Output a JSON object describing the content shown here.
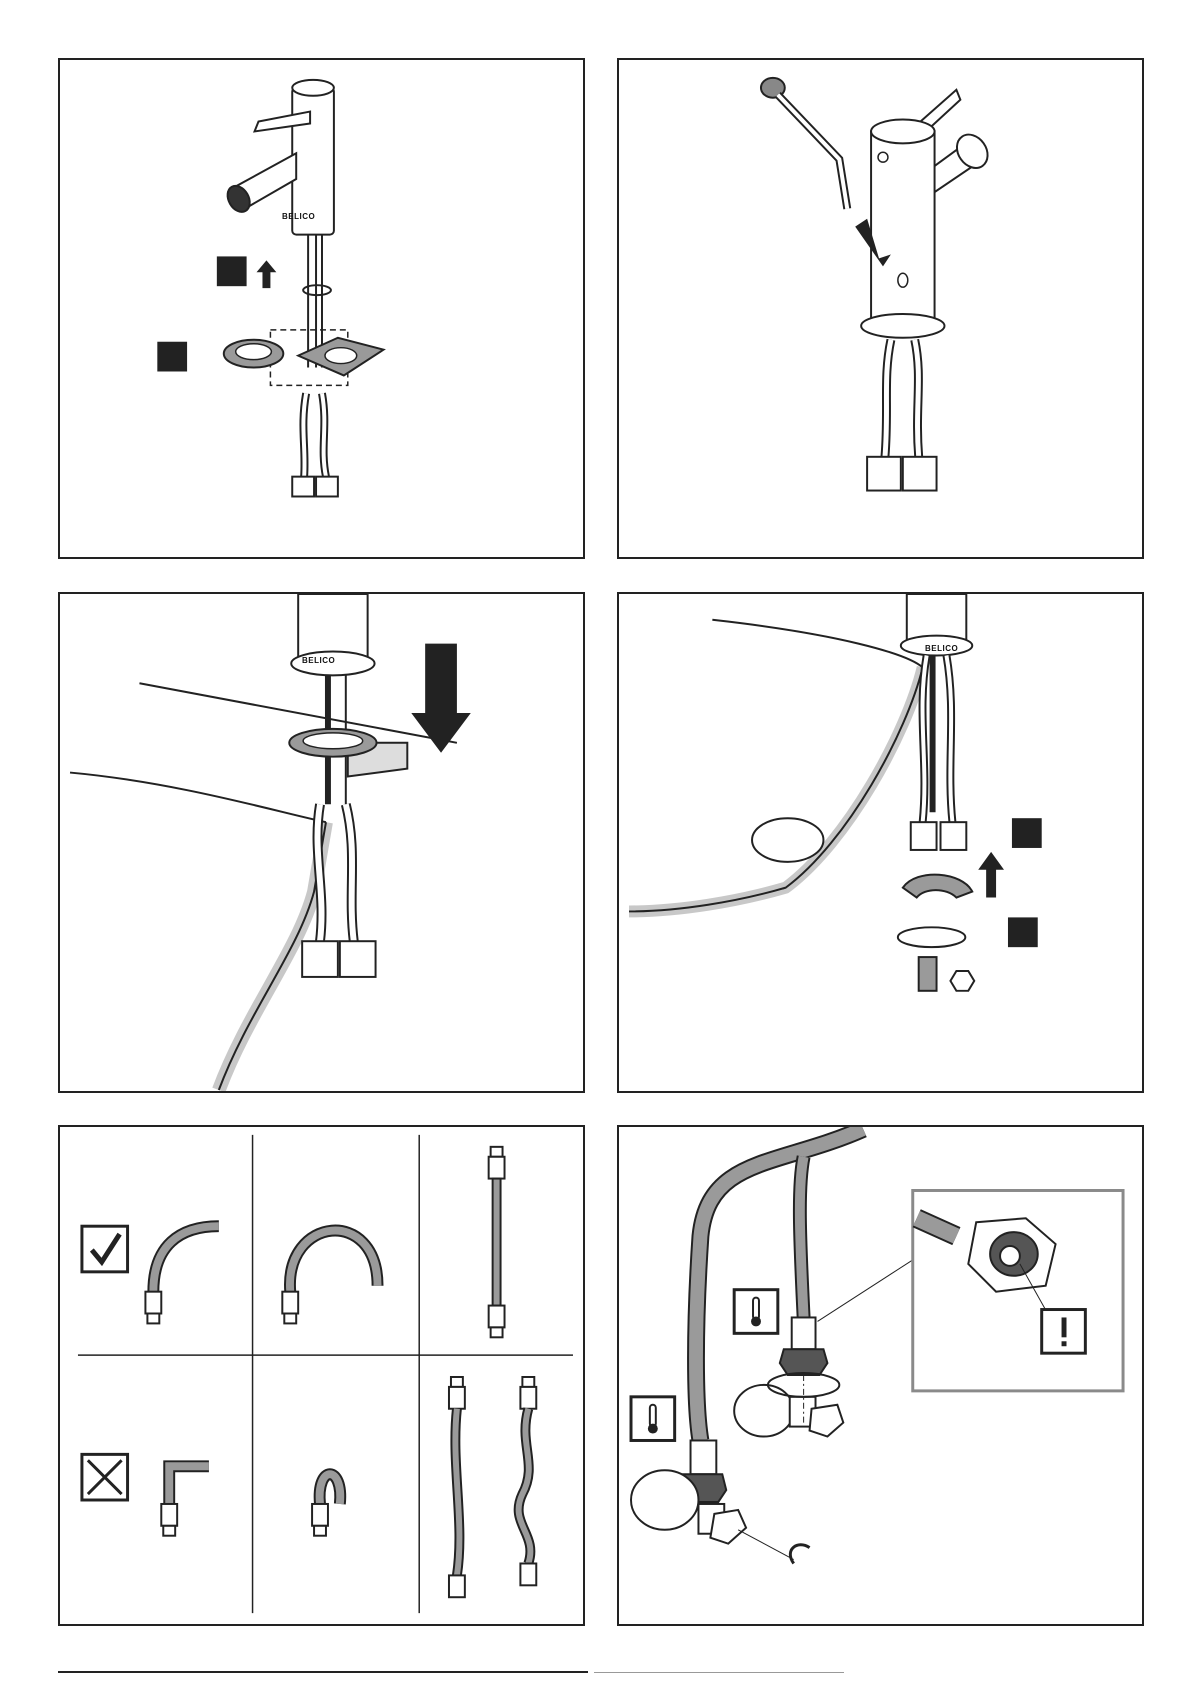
{
  "document": {
    "panels": [
      {
        "id": "panel-1",
        "brand": "BELICO"
      },
      {
        "id": "panel-2",
        "brand": ""
      },
      {
        "id": "panel-3",
        "brand": "BELICO"
      },
      {
        "id": "panel-4",
        "brand": "BELICO"
      },
      {
        "id": "panel-5",
        "brand": ""
      },
      {
        "id": "panel-6",
        "brand": ""
      }
    ],
    "icons": {
      "ok": "check-icon",
      "not_ok": "cross-icon",
      "warning": "exclamation-icon",
      "temperature": "thermometer-icon"
    },
    "colors": {
      "line": "#222222",
      "fill_dark": "#2a2a2a",
      "fill_mid": "#9a9a9a",
      "fill_light": "#d4d4d4",
      "detail_frame": "#8a8a8a"
    }
  }
}
